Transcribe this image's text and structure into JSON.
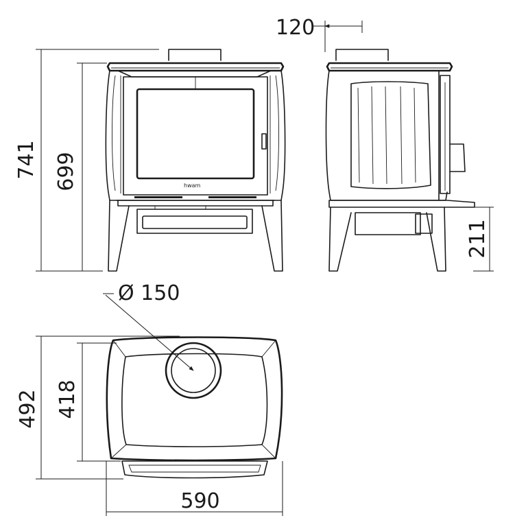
{
  "dimensions": {
    "total_height": "741",
    "body_height": "699",
    "flue_offset": "120",
    "door_handle_height": "211",
    "flue_diameter": "Ø 150",
    "total_depth": "492",
    "body_depth": "418",
    "width": "590"
  },
  "logo": "hwam",
  "colors": {
    "line": "#1a1a1a",
    "background": "#ffffff"
  }
}
